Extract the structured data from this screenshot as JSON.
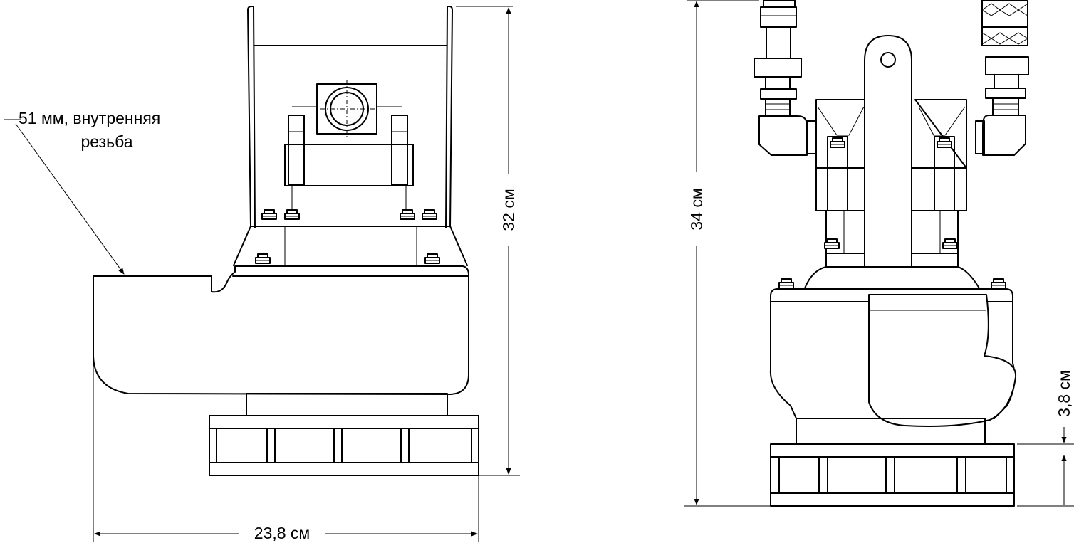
{
  "labels": {
    "thread_line1": "51 мм, внутренняя",
    "thread_line2": "резьба",
    "width_side": "23,8 см",
    "height_side": "32 см",
    "height_front": "34 см",
    "base_front": "3,8 см"
  },
  "views": [
    "side-view",
    "front-view"
  ],
  "colors": {
    "line": "#000000",
    "background": "#ffffff"
  }
}
